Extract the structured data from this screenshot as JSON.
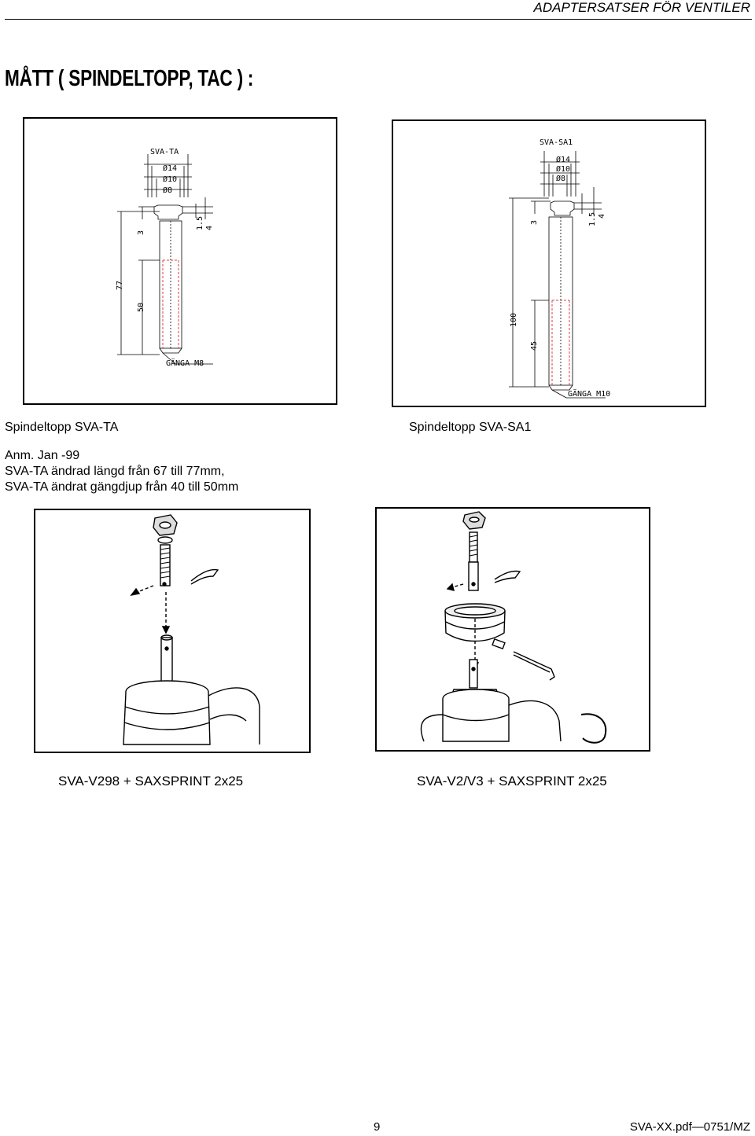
{
  "header": {
    "title": "ADAPTERSATSER FÖR VENTILER"
  },
  "page_title": "MÅTT ( SPINDELTOPP, TAC ) :",
  "drawings": {
    "left": {
      "label": "SVA-TA",
      "diameters": [
        "Ø14",
        "Ø10",
        "Ø8"
      ],
      "dims": {
        "total": "77",
        "thread": "50",
        "collar": "3",
        "top_a": "1.5",
        "top_b": "4"
      },
      "thread_note": "GÄNGA M8",
      "caption": "Spindeltopp SVA-TA"
    },
    "right": {
      "label": "SVA-SA1",
      "diameters": [
        "Ø14",
        "Ø10",
        "Ø8"
      ],
      "dims": {
        "total": "100",
        "thread": "45",
        "collar": "3",
        "top_a": "1.5",
        "top_b": "4"
      },
      "thread_note": "GÄNGA M10",
      "caption": "Spindeltopp SVA-SA1"
    }
  },
  "note": {
    "lines": [
      "Anm. Jan -99",
      "SVA-TA ändrad längd från 67 till 77mm,",
      "SVA-TA ändrat gängdjup från 40 till 50mm"
    ]
  },
  "photos": {
    "left_caption": "SVA-V298 + SAXSPRINT 2x25",
    "right_caption": "SVA-V2/V3 + SAXSPRINT 2x25"
  },
  "footer": {
    "page_number": "9",
    "doc_ref": "SVA-XX.pdf—0751/MZ"
  }
}
